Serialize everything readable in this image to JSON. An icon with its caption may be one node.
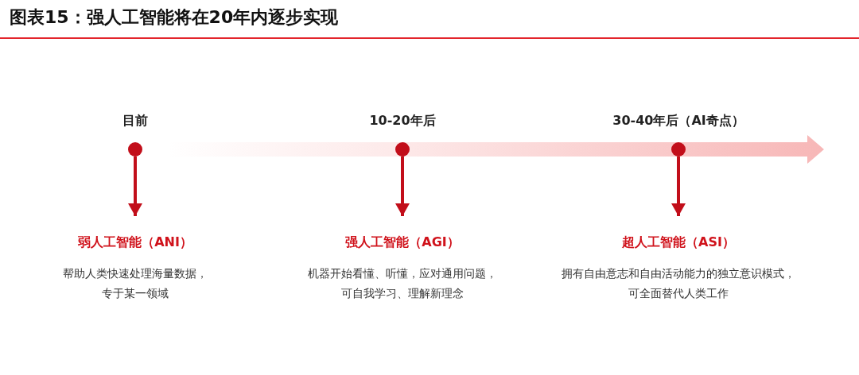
{
  "diagram": {
    "title": "图表15：强人工智能将在20年内逐步实现",
    "nodes": [
      {
        "text": [],
        "shape": "circle",
        "beside": [
          "目前"
        ]
      },
      {
        "text": [
          "弱人工智能（ANI）",
          "帮助人类快速处理海量数据，专于某一领域"
        ]
      },
      {
        "text": [],
        "shape": "circle",
        "beside": [
          "10-20年后"
        ]
      },
      {
        "text": [
          "强人工智能（AGI）",
          "机器开始看懂、听懂，应对通用问题，可自我学习、理解新理念"
        ]
      },
      {
        "text": [],
        "shape": "circle",
        "beside": [
          "30-40年后（AI奇点）"
        ]
      },
      {
        "text": [
          "超人工智能（ASI）",
          "拥有自由意志和自由活动能力的独立意识模式，可全面替代人类工作"
        ]
      }
    ],
    "edges": [
      {
        "from": 0,
        "to": 1,
        "arrow": "to"
      },
      {
        "from": 2,
        "to": 3,
        "arrow": "to"
      },
      {
        "from": 4,
        "to": 5,
        "arrow": "to"
      }
    ]
  }
}
